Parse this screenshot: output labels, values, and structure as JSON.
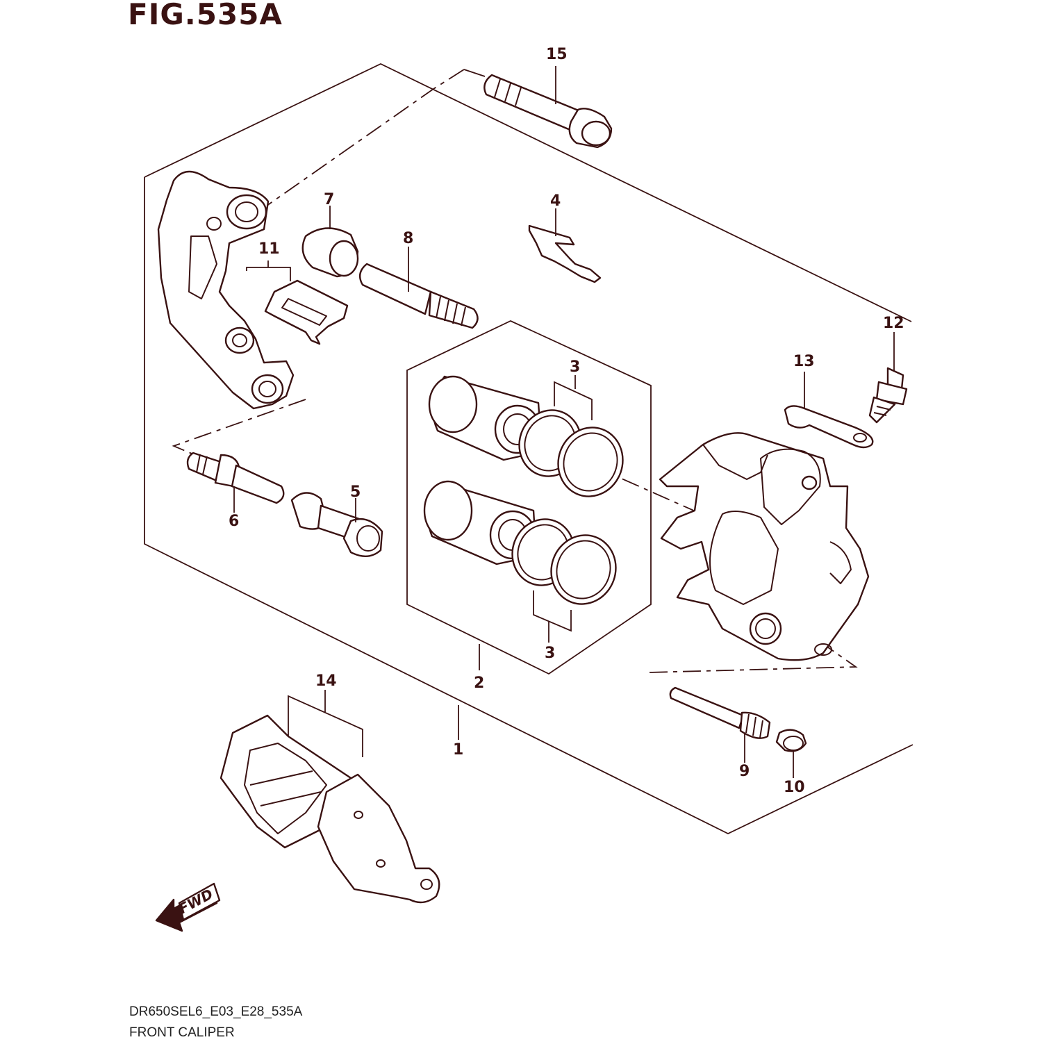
{
  "figure": {
    "title": "FIG.535A",
    "model_code": "DR650SEL6_E03_E28_535A",
    "section_name": "FRONT CALIPER",
    "direction_label": "FWD"
  },
  "callouts": {
    "c1": "1",
    "c2": "2",
    "c3a": "3",
    "c3b": "3",
    "c4": "4",
    "c5": "5",
    "c6": "6",
    "c7": "7",
    "c8": "8",
    "c9": "9",
    "c10": "10",
    "c11": "11",
    "c12": "12",
    "c13": "13",
    "c14": "14",
    "c15": "15"
  },
  "colors": {
    "line": "#3a1212",
    "background": "#ffffff"
  }
}
